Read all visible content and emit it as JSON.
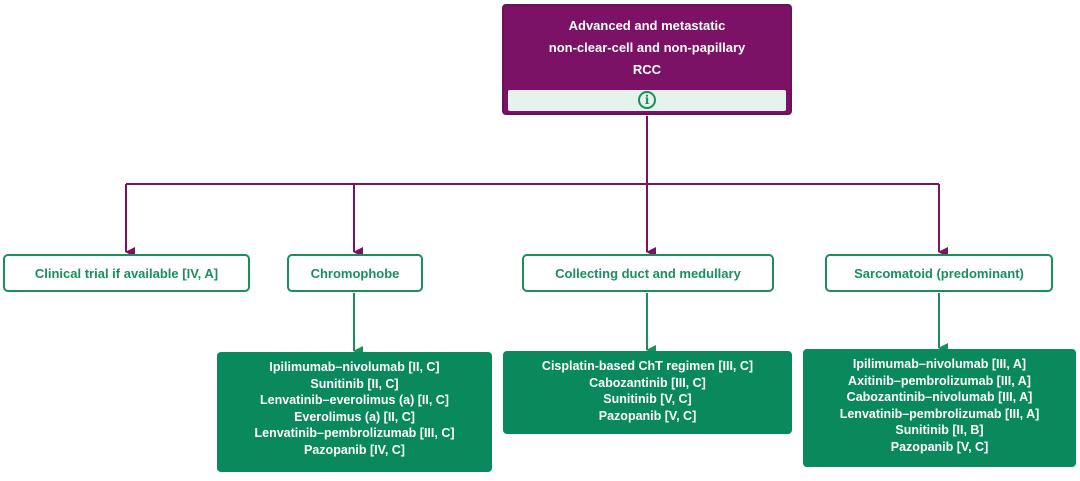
{
  "colors": {
    "root_fill": "#7b1266",
    "connector": "#7b1266",
    "category_border": "#1a8f5c",
    "category_text": "#1a8f5c",
    "recommendation_fill": "#0a8a5c",
    "info_bar": "#e6f2ec"
  },
  "root": {
    "title": "Advanced and metastatic\nnon-clear-cell and non-papillary\nRCC",
    "info_icon": "info-circle-icon"
  },
  "categories": [
    "Clinical trial if available [IV, A]",
    "Chromophobe",
    "Collecting duct and medullary",
    "Sarcomatoid (predominant)"
  ],
  "recommendations": {
    "chromophobe": [
      "Ipilimumab–nivolumab [II, C]",
      "Sunitinib [II, C]",
      "Lenvatinib–everolimus (a) [II, C]",
      "Everolimus (a) [II, C]",
      "Lenvatinib–pembrolizumab [III, C]",
      "Pazopanib [IV, C]"
    ],
    "collecting_duct": [
      "Cisplatin-based ChT regimen [III, C]",
      "Cabozantinib [III, C]",
      "Sunitinib [V, C]",
      "Pazopanib [V, C]"
    ],
    "sarcomatoid": [
      "Ipilimumab–nivolumab [III, A]",
      "Axitinib–pembrolizumab [III, A]",
      "Cabozantinib–nivolumab [III, A]",
      "Lenvatinib–pembrolizumab [III, A]",
      "Sunitinib [II, B]",
      "Pazopanib [V, C]"
    ]
  }
}
